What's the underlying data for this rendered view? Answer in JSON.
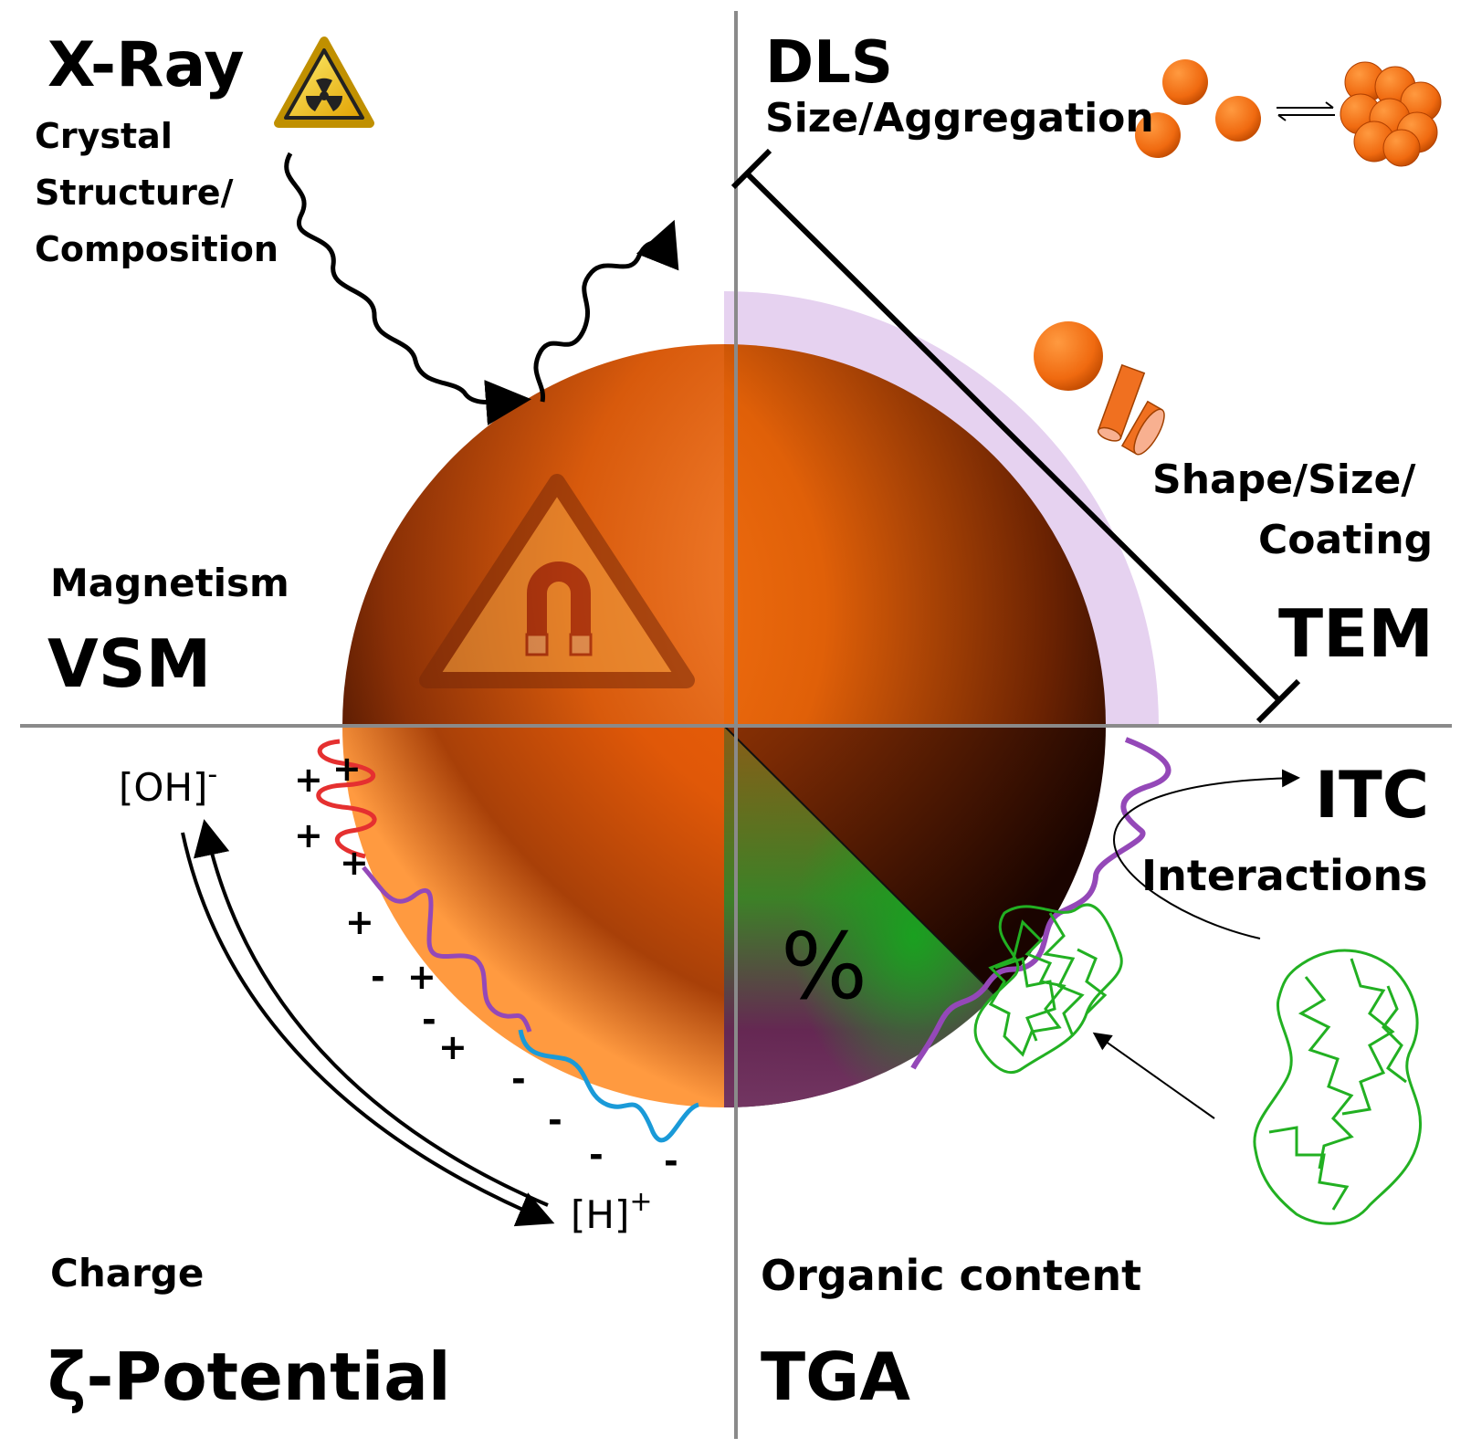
{
  "colors": {
    "sphere": "#e8640c",
    "coating": "#e6d2f0",
    "divider": "#8a8a8a",
    "ligand_red": "#e53030",
    "ligand_purple": "#9448b8",
    "ligand_blue": "#1a9ad8",
    "protein": "#22b022",
    "warning": "#f0c020"
  },
  "quadrants": {
    "top_left": {
      "method": "X-Ray",
      "property_lines": [
        "Crystal",
        "Structure/",
        "Composition"
      ],
      "lower_property": "Magnetism",
      "lower_method": "VSM"
    },
    "top_right": {
      "method": "DLS",
      "property": "Size/Aggregation",
      "shape_lines": [
        "Shape/Size/",
        "Coating"
      ],
      "shape_method": "TEM"
    },
    "bottom_left": {
      "ion_top": "[OH]",
      "ion_top_sup": "-",
      "ion_bottom": "[H]",
      "ion_bottom_sup": "+",
      "property": "Charge",
      "method": "ζ-Potential",
      "plus": "+",
      "minus": "-"
    },
    "bottom_right": {
      "method": "ITC",
      "property": "Interactions",
      "percent": "%",
      "lower_property": "Organic content",
      "lower_method": "TGA"
    }
  },
  "icons": [
    "radiation-icon",
    "magnet-warning-icon",
    "nanoparticle-aggregation-icon",
    "nanoparticle-shapes-icon",
    "protein-structure-icon"
  ]
}
